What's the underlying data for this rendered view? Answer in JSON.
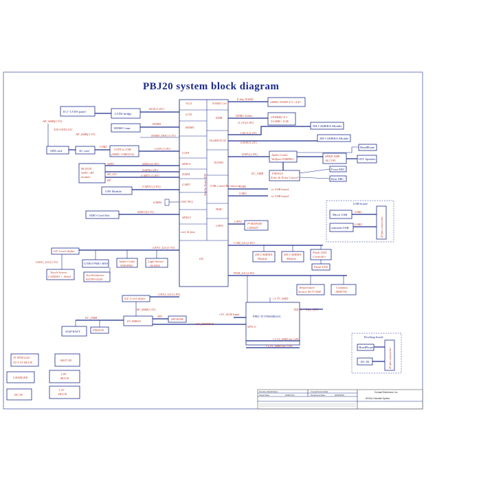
{
  "title": "PBJ20 system block diagram",
  "soc": {
    "name": "Nvidia Tegra T20",
    "ports": [
      "VGA",
      "LCD",
      "HDMI",
      "ULPI",
      "SDIO1",
      "DAP4",
      "UART",
      "OSC-PLL",
      "SDIO3",
      "core & fuse",
      "I2C"
    ],
    "right_ports": [
      "NAND Ctrl",
      "DDR",
      "VIxSDIO/CSI",
      "AUDIO",
      "USB x mini-B connector",
      "HSIC",
      "GPIO"
    ]
  },
  "blocks": {
    "lvds_panel": "10.1\" LVDS panel",
    "lvds_bridge": "LVDS bridge",
    "hdmi_conn": "HDMI Conn.",
    "sim_card": "SIM card",
    "g3_card": "3G card",
    "ulpi_usb": "ULPI to USB",
    "ulpi_usb2": "(SMSC USB3315)",
    "bcm_1": "BC4329",
    "bcm_2": "WIFI / BT",
    "bcm_3": "module",
    "gps": "GPS Module",
    "osc": "12MHz",
    "sdio_card": "SDIO Card Slot",
    "emmc": "eMMC NAND 4.3 / 4.41",
    "lpddr_1": "LPDDR2 X 1",
    "lpddr_2": "512MB / 1GB",
    "cam5m": "5M CAMERA Module",
    "cam2m": "2M CAMERA Module",
    "codec_1": "Audio Codec",
    "codec_2": "Wolfson WM8903",
    "fm_1": "FM2010",
    "fm_2": "Echo & Noise Cancel",
    "spk_1": "SPKR AMP",
    "spk_2": "ALC105",
    "int_spk": "INT. Speaker",
    "headphone": "HeadPhone",
    "front_mic": "Front MIC",
    "rear_mic": "Rear MIC",
    "usb_board": "USB board",
    "micro_usb": "Micro USB",
    "std_usb": "standard USB",
    "pin20": "20 pin connector",
    "psensor_1": "P-SENSOR",
    "psensor_2": "CM3607",
    "i2c_shifter": "I2C Level shifter",
    "gyro": "GYRO PMU-3050",
    "audio_codec_s": "Audio Codec",
    "audio_codec_s2": "WM-8903",
    "light_1": "Light Sensor",
    "light_2": "ALS004",
    "touch_1": "Touch Screen",
    "touch_2": "CANDIO + Atmel",
    "accel_1": "Accelerometer",
    "accel_2": "KXTF9-4100",
    "cam2m_s1": "2M CAMERA",
    "cam2m_s2": "Module",
    "cam5m_s1": "5M CAMERA",
    "cam5m_s2": "Module",
    "flash_1": "Flash LED",
    "flash_2": "Controller",
    "flash_led": "Flash LED",
    "temp_1": "Temperature",
    "temp_2": "Sensor NCT-1008",
    "compass_1": "Compass",
    "compass_2": "AK8975C",
    "i2c_shifter2": "I2C Level shifter",
    "ec": "EC  KB930",
    "spi_rom": "SPI ROM",
    "batt_2s2p": "2S2P BATT",
    "fm2018": "FM2018",
    "pmu": "PMU TI TPS658621C",
    "docking": "Docking board",
    "dock_hp": "HeadPhone",
    "dock_dc": "DC IN",
    "pin20b": "20 pin connector",
    "ps_buck": "TI TPS51220",
    "ps_buck2": "5V/3.3V BUCK",
    "batt_in": "BATT IN",
    "charger": "CHARGER",
    "buck18_1": "1.8V",
    "buck18_2": "BUCK",
    "dc_in": "DC IN",
    "buck12_1": "1.2V",
    "buck12_2": "BUCK"
  },
  "labels": {
    "rgb": "RGB (1.8V)",
    "hdmi": "HDMI",
    "ddc": "HDMI_DDC(3.3V)",
    "ap_smb": "AP_SMB(3.3V)",
    "t20_gen2": "T20 GEN2 I2C",
    "ap_smb2": "AP_SMB(3.3V)",
    "usb2": "USB2",
    "ulpi18": "ULPI (1.8V)",
    "sdio1": "SDIO1(1.8V)",
    "dap4": "DAP4(1.8V)",
    "uart1": "UART1 (1.8V)",
    "uart2": "UART2 (1.8V)",
    "wifi": "WIFI",
    "bt_i2c": "BT_I2C",
    "bt": "BT",
    "sdio3": "SDIO3(3.3V)",
    "nand8": "8 bits NAND",
    "ddr2": "DDR2 32bits",
    "v12": "(1.2V)(1.8V)",
    "csia": "CSI A (1.2V)",
    "csib": "CSI B (1.2V)",
    "dap1": "DAP1(1.8V)",
    "ec_smb": "EC_SMB",
    "usb1": "USB1",
    "usb3": "USB3",
    "to_usb": "to USB board",
    "to_usb2": "to USB board",
    "gpio": "GPIO",
    "gen1_i2c": "GEN1_I2C(3.3V)",
    "cam_i2c": "CAM_I2C(1.8V)",
    "gen1_i2c_l": "GEN1_I2C(3.3V)",
    "pwr_i2c": "PWR_I2C(1.8V)",
    "gen2_i2c": "GEN2_I2C(1.8V)",
    "ap_smb3": "AP_SMB(3.3V)",
    "ec_smb2": "EC_SMB",
    "ec_resmue": "EC_RESMUE",
    "spi": "SPI",
    "v5_alm": "+5V_ALM Input",
    "v37": "+3.7V_SMD",
    "tdo": "TDO 0 ~ 5 for CPU",
    "v11": "+1.1V_SMD for CPU",
    "v12b": "+1.2V_SMD for CPU",
    "usb1b": "USB1",
    "usb3b": "USB3",
    "spi1": "SPI1.0"
  },
  "titleblock": {
    "company": "Compal Electronics, Inc.",
    "sec": "Security Classification",
    "secret": "Compal Secret Data",
    "issued": "Issued Date",
    "deciphered": "Deciphered Date",
    "title_cell": "NV20A  Yosemite System",
    "d1": "2009/07/11",
    "d2": "2009/08/20"
  }
}
